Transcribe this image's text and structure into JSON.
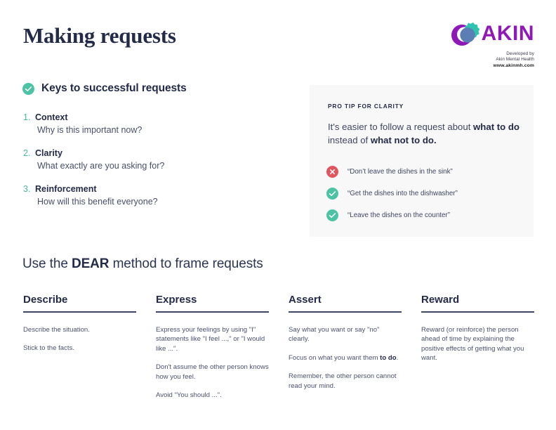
{
  "header": {
    "title": "Making requests",
    "logo": {
      "wordmark": "AKIN",
      "tagline_line1": "Developed by",
      "tagline_line2": "Akin Mental Health",
      "url": "www.akinmh.com",
      "mark_purple": "#8f18b8",
      "mark_teal": "#2ec4b0",
      "mark_blue": "#5b7fb4"
    }
  },
  "keys": {
    "heading": "Keys to successful requests",
    "items": [
      {
        "num": "1.",
        "title": "Context",
        "desc": "Why is this important now?"
      },
      {
        "num": "2.",
        "title": "Clarity",
        "desc": "What exactly are you asking for?"
      },
      {
        "num": "3.",
        "title": "Reinforcement",
        "desc": "How will this benefit everyone?"
      }
    ]
  },
  "protip": {
    "label": "PRO TIP FOR CLARITY",
    "lead_part1": "It's easier to follow a request about ",
    "lead_bold1": "what to do",
    "lead_part2": " instead of ",
    "lead_bold2": "what not to do.",
    "examples": [
      {
        "icon": "x-circle-icon",
        "tone": "red",
        "text": "“Don’t leave the dishes in the sink”"
      },
      {
        "icon": "check-circle-icon",
        "tone": "teal",
        "text": "“Get the dishes into the dishwasher”"
      },
      {
        "icon": "check-circle-icon",
        "tone": "teal",
        "text": "“Leave the dishes on the counter”"
      }
    ]
  },
  "dear": {
    "heading_part1": "Use the ",
    "heading_bold": "DEAR",
    "heading_part2": " method to frame requests",
    "columns": [
      {
        "title": "Describe",
        "paragraphs": [
          {
            "text": "Describe the situation."
          },
          {
            "text": "Stick to the facts."
          }
        ]
      },
      {
        "title": "Express",
        "paragraphs": [
          {
            "text": "Express your feelings by using \"I\" statements like \"I feel ...,\" or \"I would like ...\"."
          },
          {
            "text": "Don't assume the other person knows how you feel."
          },
          {
            "text": "Avoid \"You should ...\"."
          }
        ]
      },
      {
        "title": "Assert",
        "paragraphs": [
          {
            "text": "Say what you want or say \"no\" clearly."
          },
          {
            "pre": "Focus on what you want them ",
            "bold": "to do",
            "post": "."
          },
          {
            "text": "Remember, the other person cannot read your mind."
          }
        ]
      },
      {
        "title": "Reward",
        "paragraphs": [
          {
            "text": "Reward (or reinforce) the person ahead of time by explaining the positive effects of getting what you want."
          }
        ]
      }
    ]
  },
  "colors": {
    "navy": "#232b49",
    "teal": "#4cc3a4",
    "red": "#e0565c",
    "panel_bg": "#f8f8f9",
    "purple": "#8f18b8"
  }
}
